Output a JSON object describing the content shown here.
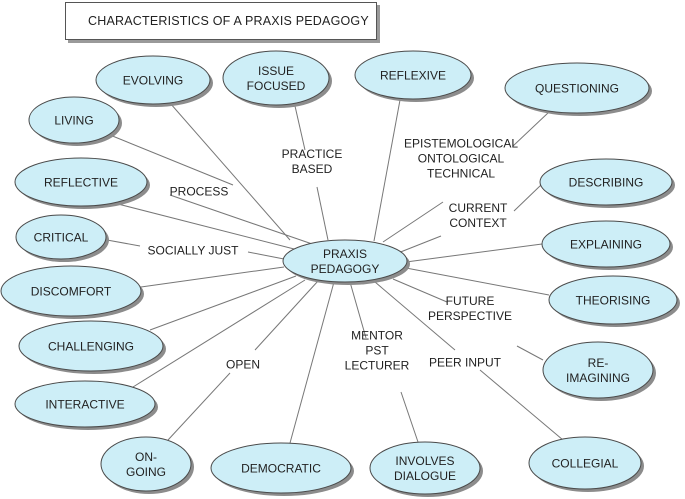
{
  "title": "CHARACTERISTICS OF A PRAXIS PEDAGOGY",
  "colors": {
    "node_fill": "#cdeef7",
    "node_stroke": "#4a4a4a",
    "shadow": "#8c8c8c",
    "line": "#777777",
    "text": "#222222"
  },
  "center": {
    "lines": [
      "PRAXIS",
      "PEDAGOGY"
    ]
  },
  "nodes": [
    {
      "id": "evolving",
      "lines": [
        "EVOLVING"
      ]
    },
    {
      "id": "issue-focused",
      "lines": [
        "ISSUE",
        "FOCUSED"
      ]
    },
    {
      "id": "reflexive",
      "lines": [
        "REFLEXIVE"
      ]
    },
    {
      "id": "questioning",
      "lines": [
        "QUESTIONING"
      ]
    },
    {
      "id": "living",
      "lines": [
        "LIVING"
      ]
    },
    {
      "id": "reflective",
      "lines": [
        "REFLECTIVE"
      ]
    },
    {
      "id": "describing",
      "lines": [
        "DESCRIBING"
      ]
    },
    {
      "id": "critical",
      "lines": [
        "CRITICAL"
      ]
    },
    {
      "id": "explaining",
      "lines": [
        "EXPLAINING"
      ]
    },
    {
      "id": "discomfort",
      "lines": [
        "DISCOMFORT"
      ]
    },
    {
      "id": "theorising",
      "lines": [
        "THEORISING"
      ]
    },
    {
      "id": "challenging",
      "lines": [
        "CHALLENGING"
      ]
    },
    {
      "id": "re-imagining",
      "lines": [
        "RE-",
        "IMAGINING"
      ]
    },
    {
      "id": "interactive",
      "lines": [
        "INTERACTIVE"
      ]
    },
    {
      "id": "on-going",
      "lines": [
        "ON-",
        "GOING"
      ]
    },
    {
      "id": "democratic",
      "lines": [
        "DEMOCRATIC"
      ]
    },
    {
      "id": "involves-dialogue",
      "lines": [
        "INVOLVES",
        "DIALOGUE"
      ]
    },
    {
      "id": "collegial",
      "lines": [
        "COLLEGIAL"
      ]
    }
  ],
  "connector_labels": [
    {
      "id": "process",
      "lines": [
        "PROCESS"
      ]
    },
    {
      "id": "practice-based",
      "lines": [
        "PRACTICE",
        "BASED"
      ]
    },
    {
      "id": "epistemological",
      "lines": [
        "EPISTEMOLOGICAL",
        "ONTOLOGICAL",
        "TECHNICAL"
      ]
    },
    {
      "id": "current-context",
      "lines": [
        "CURRENT",
        "CONTEXT"
      ]
    },
    {
      "id": "socially-just",
      "lines": [
        "SOCIALLY JUST"
      ]
    },
    {
      "id": "future-perspective",
      "lines": [
        "FUTURE",
        "PERSPECTIVE"
      ]
    },
    {
      "id": "open",
      "lines": [
        "OPEN"
      ]
    },
    {
      "id": "mentor-pst-lecturer",
      "lines": [
        "MENTOR",
        "PST",
        "LECTURER"
      ]
    },
    {
      "id": "peer-input",
      "lines": [
        "PEER INPUT"
      ]
    }
  ]
}
